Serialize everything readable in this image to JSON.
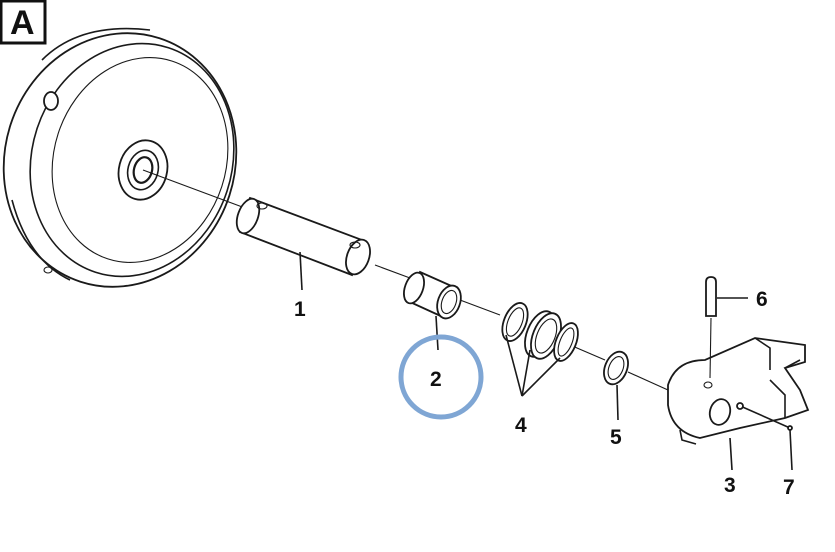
{
  "diagram": {
    "corner_label": "A",
    "parts": [
      {
        "id": "shaft",
        "label": "1"
      },
      {
        "id": "bushing",
        "label": "2"
      },
      {
        "id": "bracket",
        "label": "3"
      },
      {
        "id": "seal-set",
        "label": "4"
      },
      {
        "id": "o-ring",
        "label": "5"
      },
      {
        "id": "pin",
        "label": "6"
      },
      {
        "id": "lock-pin",
        "label": "7"
      }
    ],
    "highlight": {
      "part": "bushing",
      "color": "#7fa6d4"
    }
  }
}
